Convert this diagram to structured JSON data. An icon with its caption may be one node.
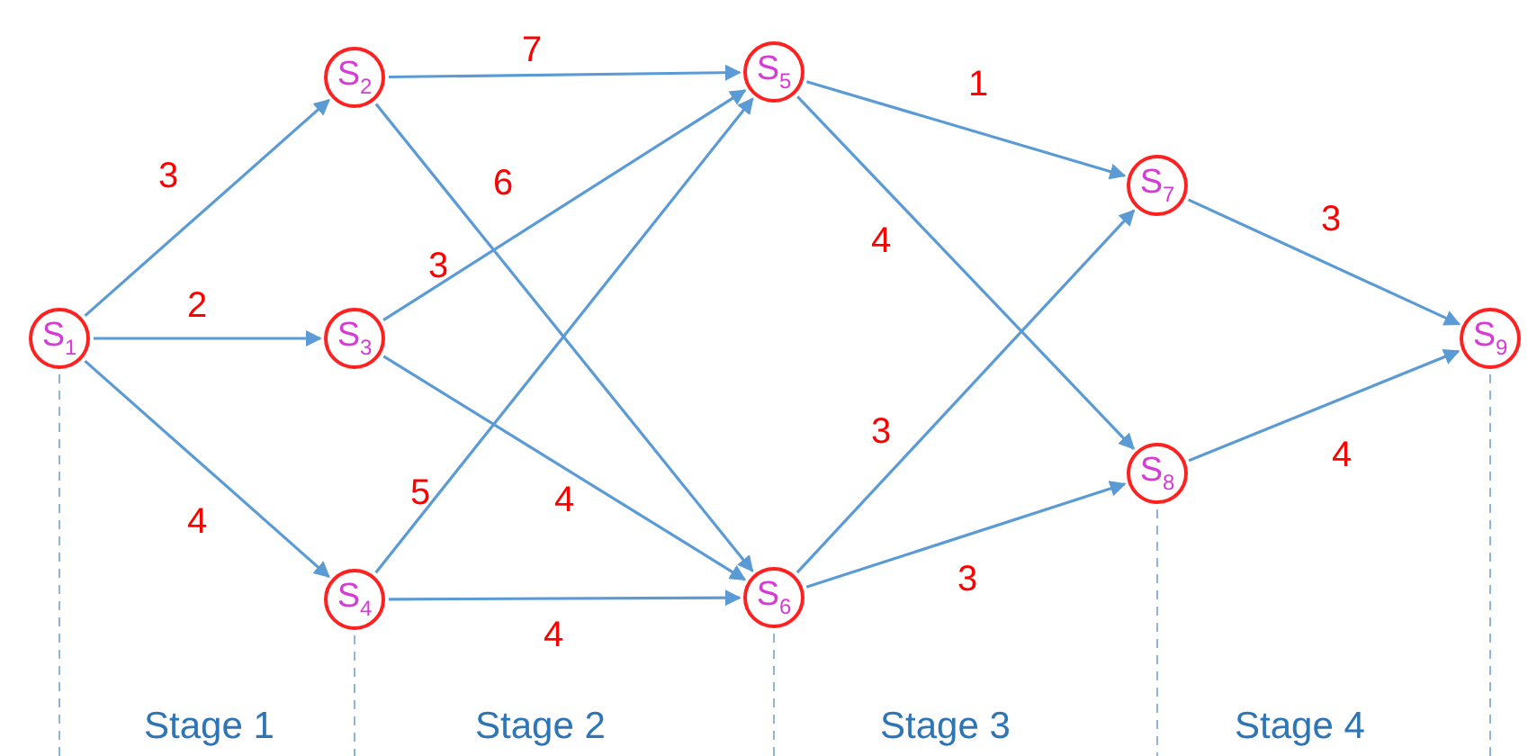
{
  "diagram": {
    "nodes": [
      {
        "text": [
          "S$_{1}$"
        ]
      },
      {
        "text": [
          "S$_{2}$"
        ]
      },
      {
        "text": [
          "S$_{3}$"
        ]
      },
      {
        "text": [
          "S$_{4}$"
        ]
      },
      {
        "text": [
          "S$_{5}$"
        ]
      },
      {
        "text": [
          "S$_{6}$"
        ]
      },
      {
        "text": [
          "S$_{7}$"
        ]
      },
      {
        "text": [
          "S$_{8}$"
        ]
      },
      {
        "text": [
          "S$_{9}$"
        ]
      }
    ],
    "edges": [
      {
        "from": 0,
        "to": 1,
        "arrow": "to",
        "label": "3"
      },
      {
        "from": 0,
        "to": 2,
        "arrow": "to",
        "label": "2"
      },
      {
        "from": 0,
        "to": 3,
        "arrow": "to",
        "label": "4"
      },
      {
        "from": 1,
        "to": 4,
        "arrow": "to",
        "label": "7"
      },
      {
        "from": 1,
        "to": 5,
        "arrow": "to",
        "label": "6"
      },
      {
        "from": 2,
        "to": 4,
        "arrow": "to",
        "label": "3"
      },
      {
        "from": 2,
        "to": 5,
        "arrow": "to",
        "label": "4"
      },
      {
        "from": 3,
        "to": 4,
        "arrow": "to",
        "label": "5"
      },
      {
        "from": 3,
        "to": 5,
        "arrow": "to",
        "label": "4"
      },
      {
        "from": 4,
        "to": 6,
        "arrow": "to",
        "label": "1"
      },
      {
        "from": 4,
        "to": 7,
        "arrow": "to",
        "label": "4"
      },
      {
        "from": 5,
        "to": 6,
        "arrow": "to",
        "label": "3"
      },
      {
        "from": 5,
        "to": 7,
        "arrow": "to",
        "label": "3"
      },
      {
        "from": 6,
        "to": 8,
        "arrow": "to",
        "label": "3"
      },
      {
        "from": 7,
        "to": 8,
        "arrow": "to",
        "label": "4"
      }
    ],
    "labels": [
      "Stage 1",
      "Stage 2",
      "Stage 3",
      "Stage 4"
    ]
  }
}
